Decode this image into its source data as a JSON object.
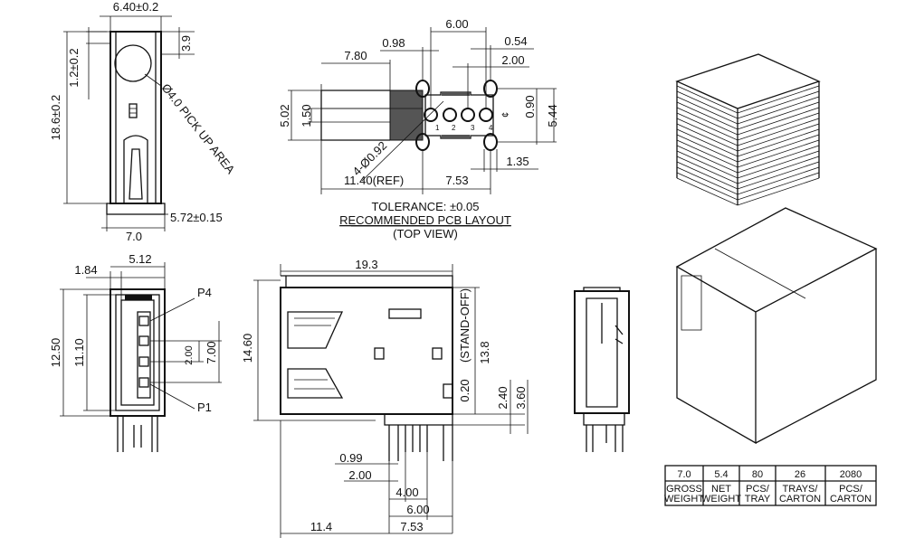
{
  "top_view": {
    "width": "6.40±0.2",
    "dim_39": "3.9",
    "dim_12": "1.2±0.2",
    "height": "18.6±0.2",
    "pickup": "Ø4.0 PICK UP AREA",
    "dim_572": "5.72±0.15",
    "dim_70": "7.0"
  },
  "pcb_layout": {
    "d600": "6.00",
    "d098": "0.98",
    "d054": "0.54",
    "d780": "7.80",
    "d200": "2.00",
    "d502": "5.02",
    "d150": "1.50",
    "d090": "0.90",
    "d544": "5.44",
    "holes": "4-Ø0.92",
    "ref": "11.40(REF)",
    "d753": "7.53",
    "d135": "1.35",
    "centerline": "¢",
    "pins": [
      "1",
      "2",
      "3",
      "4"
    ],
    "tolerance": "TOLERANCE: ±0.05",
    "title": "RECOMMENDED PCB LAYOUT",
    "subtitle": "(TOP VIEW)"
  },
  "front_view": {
    "d184": "1.84",
    "d512": "5.12",
    "p4": "P4",
    "p1": "P1",
    "d1250": "12.50",
    "d1110": "11.10",
    "d200": "2.00",
    "d700": "7.00"
  },
  "side_view": {
    "d193": "19.3",
    "d1460": "14.60",
    "standoff": "(STAND-OFF)",
    "d020": "0.20",
    "d138": "13.8",
    "d240": "2.40",
    "d360": "3.60",
    "d099": "0.99",
    "d200": "2.00",
    "d400": "4.00",
    "d600": "6.00",
    "d114": "11.4",
    "d753": "7.53"
  },
  "packing_table": {
    "values": [
      "7.0",
      "5.4",
      "80",
      "26",
      "2080"
    ],
    "labels": [
      [
        "GROSS",
        "WEIGHT"
      ],
      [
        "NET",
        "WEIGHT"
      ],
      [
        "PCS/",
        "TRAY"
      ],
      [
        "TRAYS/",
        "CARTON"
      ],
      [
        "PCS/",
        "CARTON"
      ]
    ]
  }
}
